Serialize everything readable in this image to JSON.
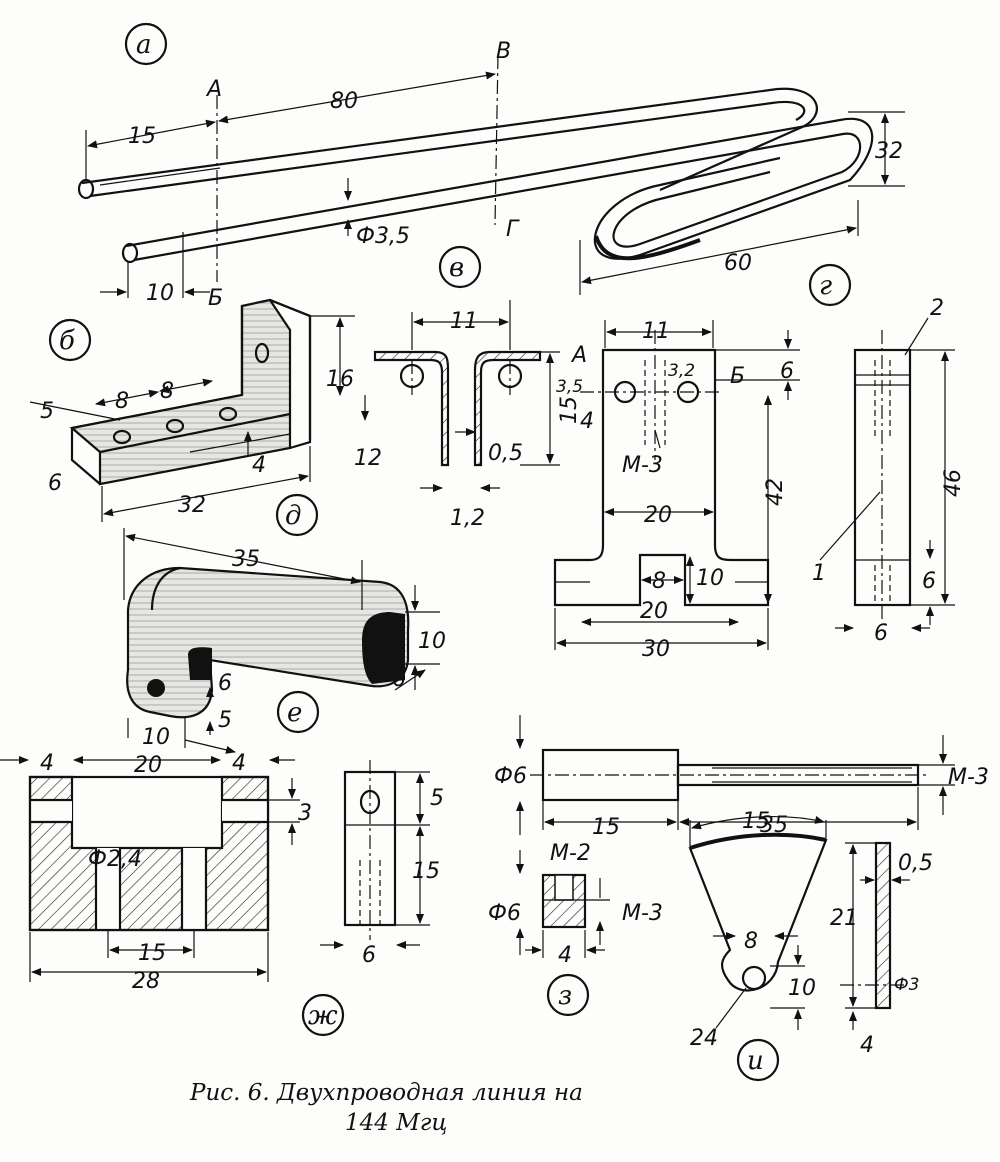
{
  "caption": {
    "line1": "Рис. 6. Двухпроводная линия на",
    "line2": "144 Мгц"
  },
  "labels": {
    "a": "а",
    "b": "б",
    "v": "в",
    "g": "г",
    "d": "д",
    "e": "е",
    "zh": "ж",
    "z": "з",
    "i": "и"
  },
  "section_marks": {
    "A": "А",
    "B_cyr": "Б",
    "V": "В",
    "G": "Г"
  },
  "dims_a": {
    "d15": "15",
    "d80": "80",
    "d32": "32",
    "d60": "60",
    "d10": "10",
    "phi": "Ф3,5"
  },
  "dims_b": {
    "d5": "5",
    "d8a": "8",
    "d8b": "8",
    "d16": "16",
    "d12": "12",
    "d4": "4",
    "d6": "6",
    "d32": "32"
  },
  "dims_v": {
    "d11": "11",
    "d15": "15",
    "d05": "0,5",
    "d12": "1,2"
  },
  "dims_g": {
    "d11": "11",
    "A": "А",
    "d32": "3,2",
    "B": "Б",
    "d6a": "6",
    "d35": "3,5",
    "d4": "4",
    "m3": "М-3",
    "d42": "42",
    "d20a": "20",
    "d8": "8",
    "d10": "10",
    "d20b": "20",
    "d30": "30",
    "n2": "2",
    "n1": "1",
    "d46": "46",
    "d6b": "6",
    "d6c": "6"
  },
  "dims_e": {
    "d35": "35",
    "d10a": "10",
    "d6a": "6",
    "d6b": "6",
    "d5": "5",
    "d10b": "10"
  },
  "dims_zh": {
    "d4a": "4",
    "d20": "20",
    "d4b": "4",
    "d3": "3",
    "phi": "Ф2,4",
    "d15": "15",
    "d28": "28",
    "d5": "5",
    "d15b": "15",
    "d6": "6"
  },
  "dims_z": {
    "phi6a": "Ф6",
    "d15": "15",
    "m3a": "М-3",
    "d35": "35",
    "m2": "М-2",
    "phi6b": "Ф6",
    "m3b": "М-3",
    "d4": "4"
  },
  "dims_i": {
    "d15": "15",
    "d05": "0,5",
    "d21": "21",
    "d8": "8",
    "d10": "10",
    "phi3": "Ф3",
    "d24": "24",
    "d4": "4"
  }
}
